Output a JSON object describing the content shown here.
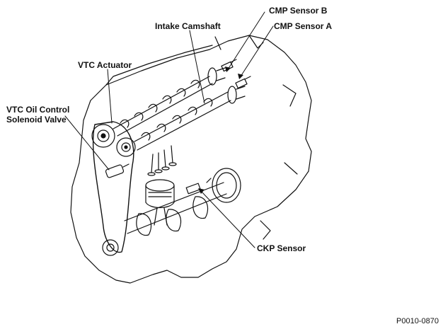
{
  "diagram": {
    "labels": {
      "cmp_sensor_b": "CMP Sensor B",
      "intake_camshaft": "Intake Camshaft",
      "cmp_sensor_a": "CMP Sensor A",
      "vtc_actuator": "VTC Actuator",
      "vtc_oil_control_line1": "VTC Oil Control",
      "vtc_oil_control_line2": "Solenoid Valve",
      "ckp_sensor": "CKP Sensor",
      "figure_code": "P0010-0870"
    },
    "colors": {
      "ink": "#111111",
      "background": "#ffffff"
    }
  }
}
